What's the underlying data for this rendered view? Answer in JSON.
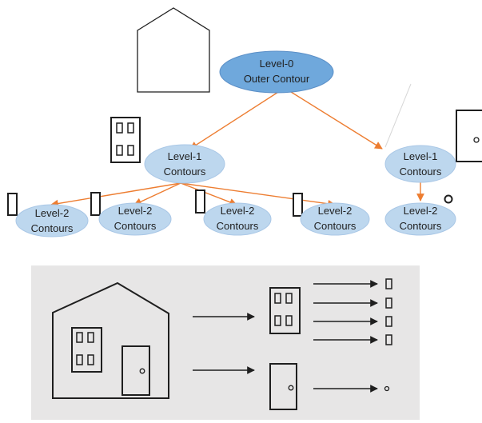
{
  "tree": {
    "root": {
      "line1": "Level-0",
      "line2": "Outer Contour"
    },
    "level1_left": {
      "line1": "Level-1",
      "line2": "Contours"
    },
    "level1_right": {
      "line1": "Level-1",
      "line2": "Contours"
    },
    "level2": [
      {
        "line1": "Level-2",
        "line2": "Contours"
      },
      {
        "line1": "Level-2",
        "line2": "Contours"
      },
      {
        "line1": "Level-2",
        "line2": "Contours"
      },
      {
        "line1": "Level-2",
        "line2": "Contours"
      },
      {
        "line1": "Level-2",
        "line2": "Contours"
      }
    ]
  },
  "colors": {
    "root_fill": "#6fa8dc",
    "root_stroke": "#5b8fc7",
    "node_fill": "#bdd7ee",
    "node_stroke": "#a9c7e6",
    "edge": "#ed7d31",
    "panel_bg": "#e7e6e6",
    "ink": "#1f1f1f"
  }
}
